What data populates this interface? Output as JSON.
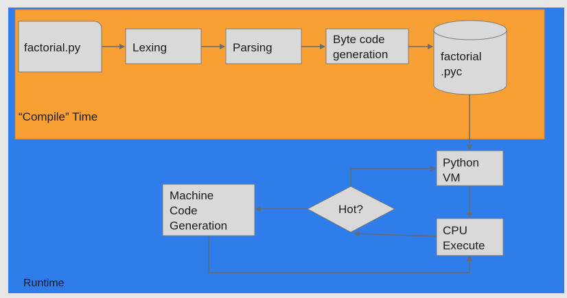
{
  "colors": {
    "runtime_bg": "#2e7dea",
    "compile_bg": "#f9a035",
    "node_fill": "#d9d9d9",
    "node_stroke": "#7a7a7a",
    "edge": "#6b6b6b"
  },
  "regions": {
    "compile_label": "“Compile” Time",
    "runtime_label": "Runtime"
  },
  "nodes": {
    "source_file": "factorial.py",
    "lexing": "Lexing",
    "parsing": "Parsing",
    "bytecode_gen": [
      "Byte code",
      "generation"
    ],
    "pyc_file": [
      "factorial",
      ".pyc"
    ],
    "python_vm": [
      "Python",
      "VM"
    ],
    "cpu_execute": [
      "CPU",
      "Execute"
    ],
    "hot_decision": "Hot?",
    "machine_code": [
      "Machine",
      "Code",
      "Generation"
    ]
  }
}
